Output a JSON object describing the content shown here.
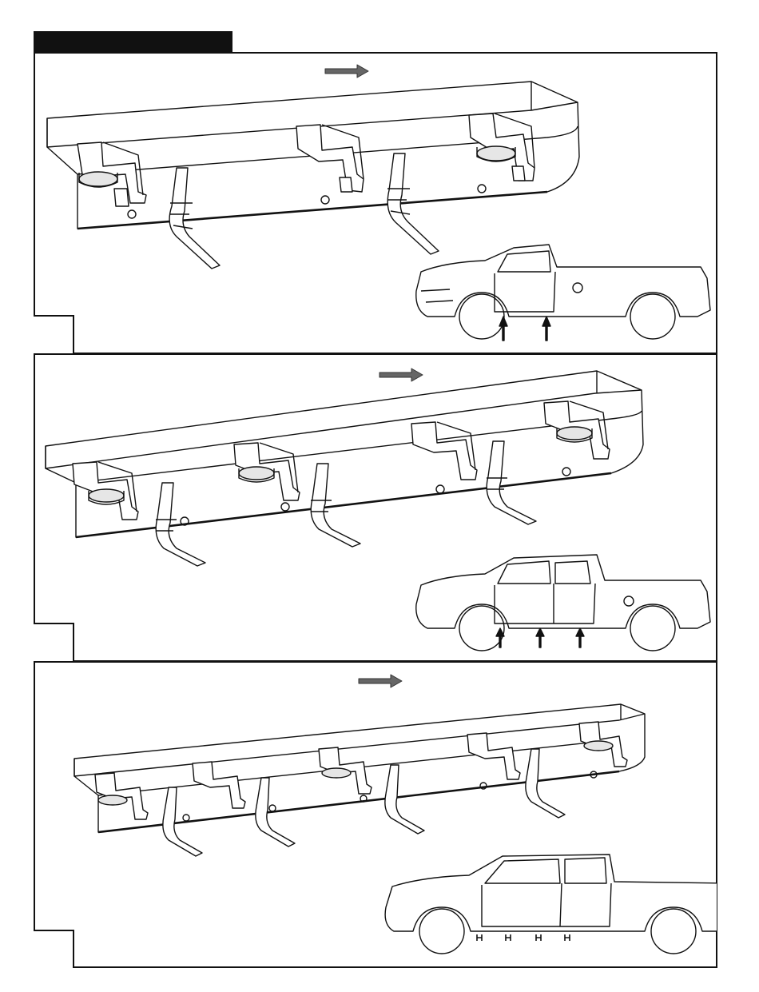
{
  "header": {
    "title": ""
  },
  "panels": [
    {
      "id": "regular-cab",
      "step_label": "",
      "brackets": 2,
      "arrows": 2
    },
    {
      "id": "extended-cab",
      "step_label": "",
      "brackets": 3,
      "arrows": 3
    },
    {
      "id": "crew-cab",
      "step_label": "",
      "brackets": 4,
      "arrows": 4
    }
  ],
  "icons": {
    "direction": "arrow-right-icon",
    "mount": "mounting-arrow-icon"
  },
  "colors": {
    "ink": "#111111",
    "paper": "#ffffff",
    "shade": "#e6e6e6"
  }
}
